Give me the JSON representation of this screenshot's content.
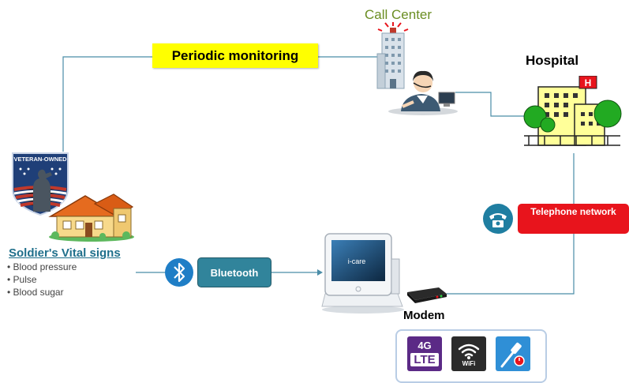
{
  "labels": {
    "call_center": "Call Center",
    "periodic_monitoring": "Periodic monitoring",
    "hospital": "Hospital",
    "telephone_network": "Telephone network",
    "soldier_vital_signs": "Soldier's Vital signs",
    "bluetooth": "Bluetooth",
    "modem": "Modem",
    "veteran_owned": "VETERAN-OWNED",
    "tablet_brand": "i-care",
    "lte_top": "4G",
    "lte_bottom": "LTE",
    "wifi": "WiFi",
    "hospital_sign": "H"
  },
  "vital_signs": [
    "Blood pressure",
    "Pulse",
    "Blood sugar"
  ],
  "colors": {
    "connector": "#4a8da8",
    "monitoring_box": "#ffff00",
    "bluetooth_box": "#31849b",
    "telephone_box": "#e8141c",
    "call_center_text": "#6b8e23"
  },
  "icons": [
    "bluetooth-icon",
    "telephone-icon",
    "lte-icon",
    "wifi-icon",
    "power-cable-icon"
  ]
}
